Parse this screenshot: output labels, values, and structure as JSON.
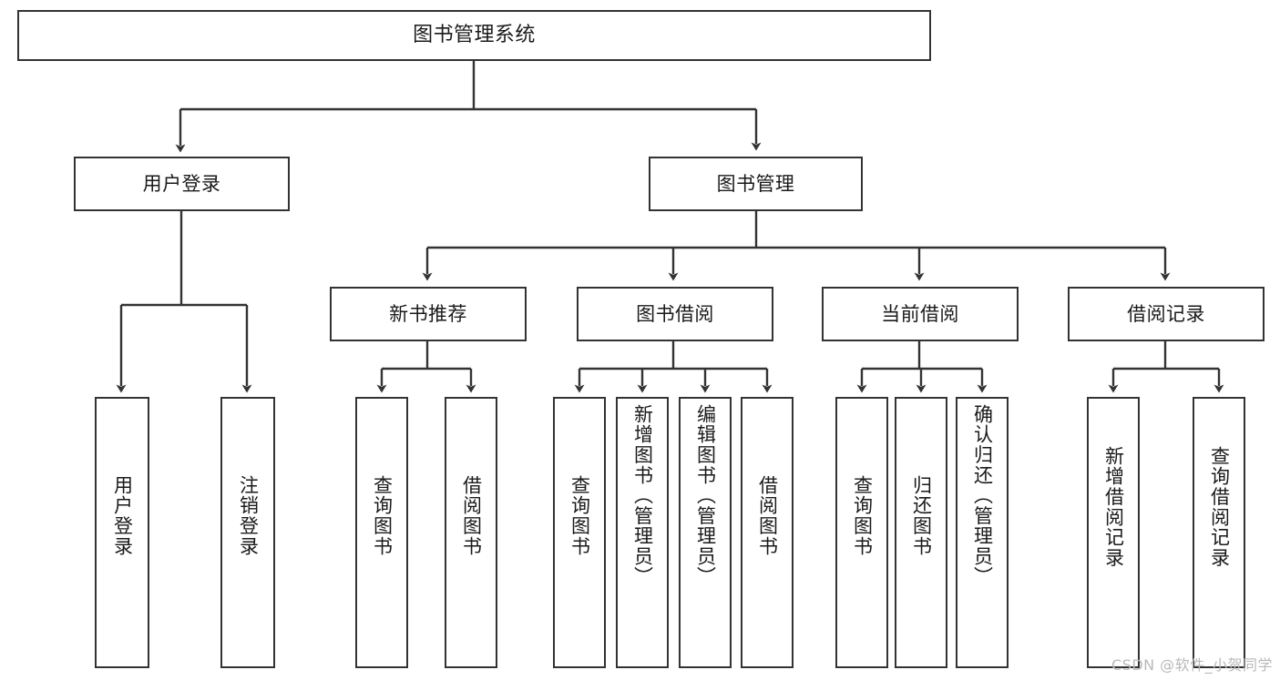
{
  "diagram": {
    "title": "图书管理系统",
    "type": "tree-hierarchy",
    "root": {
      "id": "root",
      "label": "图书管理系统"
    },
    "level1": [
      {
        "id": "user-login",
        "label": "用户登录"
      },
      {
        "id": "book-manage",
        "label": "图书管理"
      }
    ],
    "level2": [
      {
        "id": "new-book-recommend",
        "label": "新书推荐",
        "parent": "book-manage"
      },
      {
        "id": "book-borrow",
        "label": "图书借阅",
        "parent": "book-manage"
      },
      {
        "id": "current-borrow",
        "label": "当前借阅",
        "parent": "book-manage"
      },
      {
        "id": "borrow-record",
        "label": "借阅记录",
        "parent": "book-manage"
      }
    ],
    "leaves": [
      {
        "id": "leaf-user-login",
        "label": "用户登录",
        "parent": "user-login"
      },
      {
        "id": "leaf-user-logout",
        "label": "注销登录",
        "parent": "user-login"
      },
      {
        "id": "leaf-query-book-rec",
        "label": "查询图书",
        "parent": "new-book-recommend"
      },
      {
        "id": "leaf-borrow-book-rec",
        "label": "借阅图书",
        "parent": "new-book-recommend"
      },
      {
        "id": "leaf-query-book-borrow",
        "label": "查询图书",
        "parent": "book-borrow"
      },
      {
        "id": "leaf-add-book",
        "label": "新增图书（管理员）",
        "parent": "book-borrow"
      },
      {
        "id": "leaf-edit-book",
        "label": "编辑图书（管理员）",
        "parent": "book-borrow"
      },
      {
        "id": "leaf-borrow-book",
        "label": "借阅图书",
        "parent": "book-borrow"
      },
      {
        "id": "leaf-query-book-cur",
        "label": "查询图书",
        "parent": "current-borrow"
      },
      {
        "id": "leaf-return-book",
        "label": "归还图书",
        "parent": "current-borrow"
      },
      {
        "id": "leaf-confirm-return",
        "label": "确认归还（管理员）",
        "parent": "current-borrow"
      },
      {
        "id": "leaf-add-record",
        "label": "新增借阅记录",
        "parent": "borrow-record"
      },
      {
        "id": "leaf-query-record",
        "label": "查询借阅记录",
        "parent": "borrow-record"
      }
    ],
    "colors": {
      "stroke": "#333333",
      "fill": "#ffffff",
      "text": "#1a1a1a",
      "watermark": "#b9b9b9"
    }
  },
  "watermark": {
    "text": "CSDN @软件_小贺同学"
  }
}
